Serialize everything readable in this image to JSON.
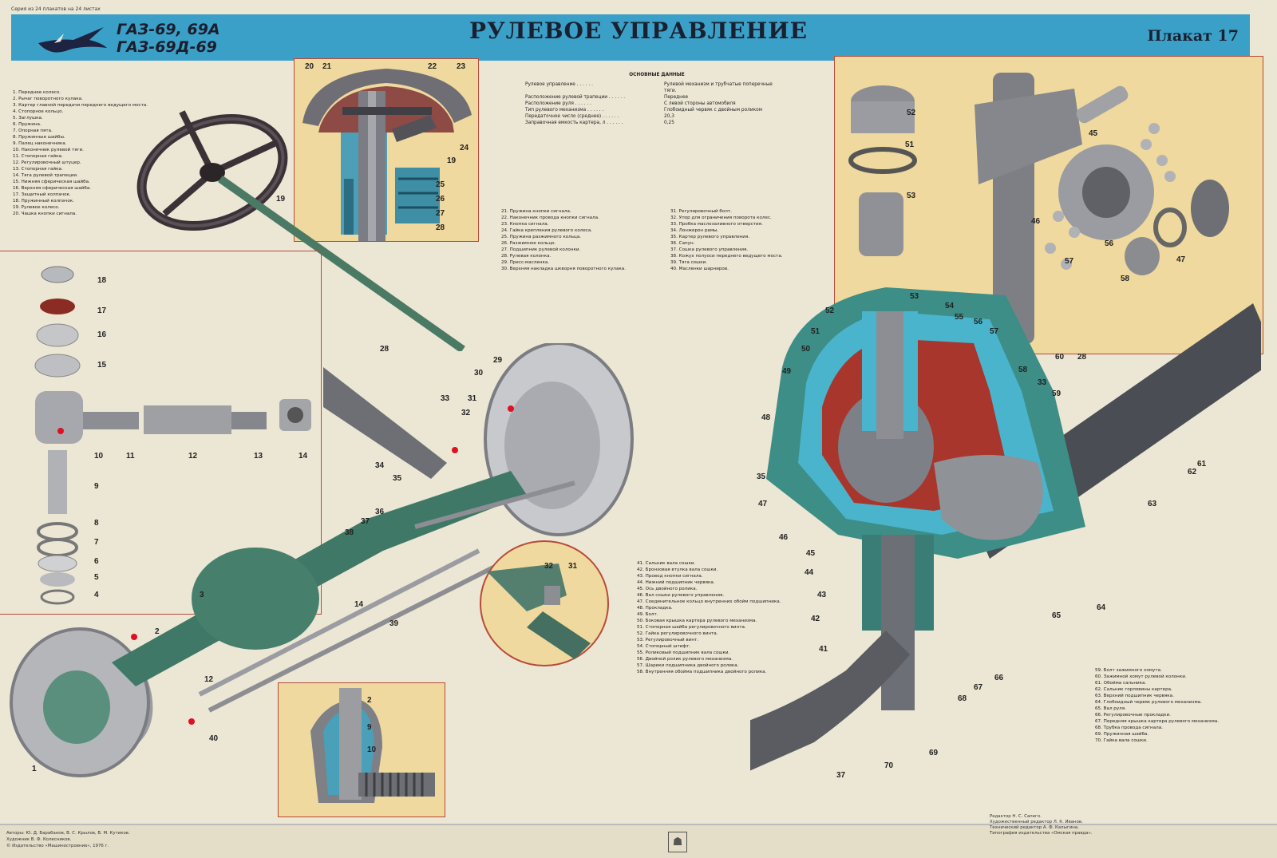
{
  "header": {
    "series_note": "Серия из 24 плакатов на 24 листах",
    "models": [
      "ГАЗ-69, 69А",
      "ГАЗ-69Д-69"
    ],
    "title": "РУЛЕВОЕ УПРАВЛЕНИЕ",
    "plakat": "Плакат 17"
  },
  "legend_left": [
    "1. Переднее колесо.",
    "2. Рычаг поворотного кулака.",
    "3. Картер главной передачи переднего ведущего моста.",
    "4. Стопорное кольцо.",
    "5. Заглушка.",
    "6. Пружина.",
    "7. Опорная пята.",
    "8. Пружинные шайбы.",
    "9. Палец наконечника.",
    "10. Наконечник рулевой тяги.",
    "11. Стопорная гайка.",
    "12. Регулировочный штуцер.",
    "13. Стопорная гайка.",
    "14. Тяга рулевой трапеции.",
    "15. Нижняя сферическая шайба.",
    "16. Верхняя сферическая шайба.",
    "17. Защитный колпачок.",
    "18. Пружинный колпачок.",
    "19. Рулевое колесо.",
    "20. Чашка кнопки сигнала."
  ],
  "specs": {
    "heading": "ОСНОВНЫЕ ДАННЫЕ",
    "rows": [
      {
        "k": "Рулевое управление",
        "v": "Рулевой механизм и трубчатые поперечные тяги."
      },
      {
        "k": "Расположение рулевой трапеции",
        "v": "Переднее"
      },
      {
        "k": "Расположение руля",
        "v": "С левой стороны автомобиля"
      },
      {
        "k": "Тип рулевого механизма",
        "v": "Глобоидный червяк с двойным роликом"
      },
      {
        "k": "Передаточное число (среднее)",
        "v": "20,3"
      },
      {
        "k": "Заправочная емкость картера, л",
        "v": "0,25"
      }
    ]
  },
  "legend_mid_a": [
    "21. Пружина кнопки сигнала.",
    "22. Наконечник провода кнопки сигнала.",
    "23. Кнопка сигнала.",
    "24. Гайка крепления рулевого колеса.",
    "25. Пружина разжимного кольца.",
    "26. Разжимное кольцо.",
    "27. Подшипник рулевой колонки.",
    "28. Рулевая колонка.",
    "29. Пресс-масленка.",
    "30. Верхняя накладка шкворня поворотного кулака."
  ],
  "legend_mid_b": [
    "31. Регулировочный болт.",
    "32. Упор для ограничения поворота колес.",
    "33. Пробка маслозаливного отверстия.",
    "34. Лонжерон рамы.",
    "35. Картер рулевого управления.",
    "36. Сапун.",
    "37. Сошка рулевого управления.",
    "38. Кожух полуоси переднего ведущего моста.",
    "39. Тяга сошки.",
    "40. Масленки шарниров."
  ],
  "legend_lower_mid": [
    "41. Сальник вала сошки.",
    "42. Бронзовая втулка вала сошки.",
    "43. Провод кнопки сигнала.",
    "44. Нижний подшипник червяка.",
    "45. Ось двойного ролика.",
    "46. Вал сошки рулевого управления.",
    "47. Соединительное кольцо внутренних обойм подшипника.",
    "48. Прокладка.",
    "49. Болт.",
    "50. Боковая крышка картера рулевого механизма.",
    "51. Стопорная шайба регулировочного винта.",
    "52. Гайка регулировочного винта.",
    "53. Регулировочный винт.",
    "54. Стопорный штифт.",
    "55. Роликовый подшипник вала сошки.",
    "56. Двойной ролик рулевого механизма.",
    "57. Шарики подшипника двойного ролика.",
    "58. Внутренняя обойма подшипника двойного ролика."
  ],
  "legend_right": [
    "59. Болт зажимного хомута.",
    "60. Зажимной хомут рулевой колонки.",
    "61. Обойма сальника.",
    "62. Сальник горловины картера.",
    "63. Верхний подшипник червяка.",
    "64. Глобоидный червяк рулевого механизма.",
    "65. Вал руля.",
    "66. Регулировочные прокладки.",
    "67. Передняя крышка картера рулевого механизма.",
    "68. Трубка провода сигнала.",
    "69. Пружинная шайба.",
    "70. Гайка вала сошки."
  ],
  "callouts": {
    "top_inset": [
      "20",
      "21",
      "22",
      "23",
      "24",
      "19",
      "25",
      "26",
      "27",
      "28"
    ],
    "ball_joint": [
      "18",
      "17",
      "16",
      "15",
      "10",
      "11",
      "12",
      "13",
      "14",
      "9",
      "8",
      "7",
      "6",
      "5",
      "4"
    ],
    "main": [
      "19",
      "28",
      "29",
      "30",
      "33",
      "31",
      "32",
      "34",
      "35",
      "36",
      "37",
      "38",
      "3",
      "39",
      "14",
      "2",
      "12",
      "40",
      "1"
    ],
    "round_inset": [
      "32",
      "31"
    ],
    "bottom_inset": [
      "2",
      "9",
      "10"
    ],
    "parts": [
      "52",
      "51",
      "53",
      "45",
      "46",
      "56",
      "57",
      "47",
      "58"
    ],
    "gearbox": [
      "53",
      "54",
      "55",
      "56",
      "57",
      "52",
      "51",
      "50",
      "49",
      "48",
      "35",
      "47",
      "46",
      "45",
      "44",
      "43",
      "42",
      "41",
      "58",
      "33",
      "60",
      "28",
      "59",
      "61",
      "62",
      "63",
      "64",
      "65",
      "66",
      "67",
      "68",
      "69",
      "70",
      "37"
    ]
  },
  "credits": [
    "Авторы: Ю. Д. Барабанов, В. С. Крылов, В. М. Кутиков.",
    "Художник В. Ф. Колесников.",
    "© Издательство «Машиностроение», 1976 г."
  ],
  "publisher": [
    "Редактор Н. С. Сапего.",
    "Художественный редактор Л. К. Иванов.",
    "Технический редактор А. Ф. Калыгина.",
    "Типография издательства «Омская правда»."
  ]
}
